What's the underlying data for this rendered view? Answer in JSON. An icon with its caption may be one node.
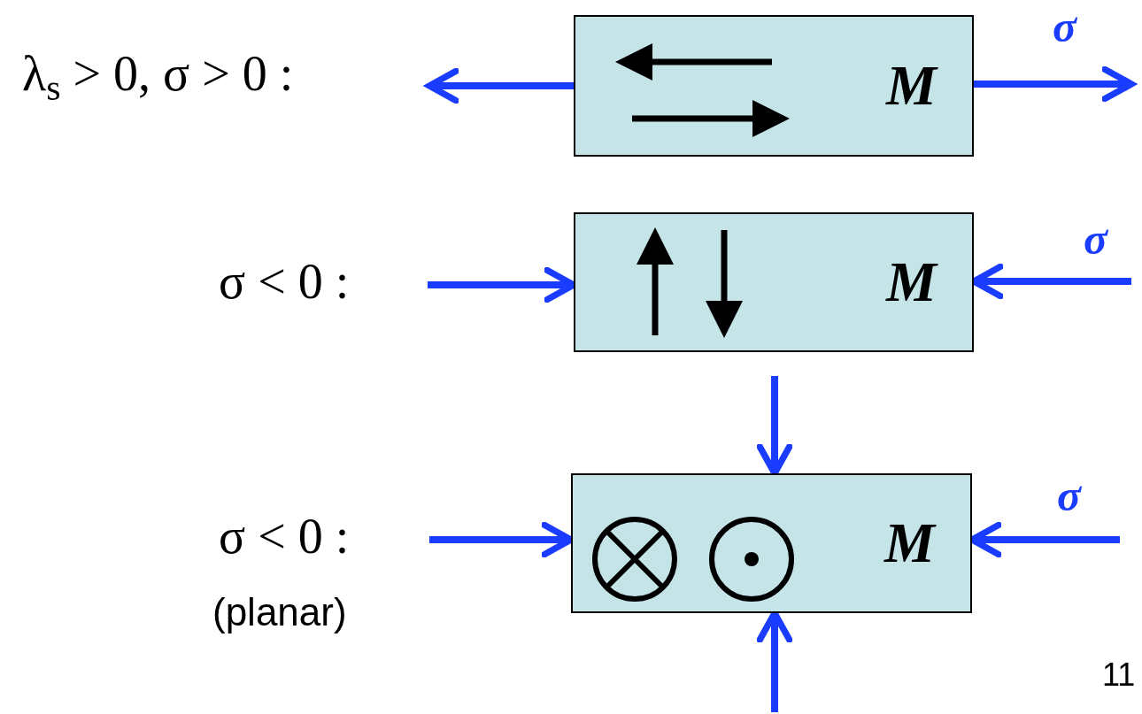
{
  "diagram": {
    "nodes": [
      {
        "text": [
          "M"
        ]
      },
      {
        "text": [
          "M"
        ]
      },
      {
        "text": [
          "M"
        ]
      }
    ],
    "edges": [
      {
        "from": 0,
        "to": null,
        "arrow": "to"
      },
      {
        "from": 0,
        "to": null,
        "arrow": "to",
        "label": "σ"
      },
      {
        "from": null,
        "to": 1,
        "arrow": "to"
      },
      {
        "from": null,
        "to": 1,
        "arrow": "to",
        "label": "σ"
      },
      {
        "from": null,
        "to": 2,
        "arrow": "to"
      },
      {
        "from": null,
        "to": 2,
        "arrow": "to",
        "label": "σ"
      },
      {
        "from": null,
        "to": 2,
        "arrow": "to"
      },
      {
        "from": null,
        "to": 2,
        "arrow": "to"
      }
    ],
    "labels": [
      "λ$_{s}$ > 0, σ > 0 :",
      "σ < 0 :",
      "σ < 0 :",
      "(planar)",
      "11"
    ]
  }
}
